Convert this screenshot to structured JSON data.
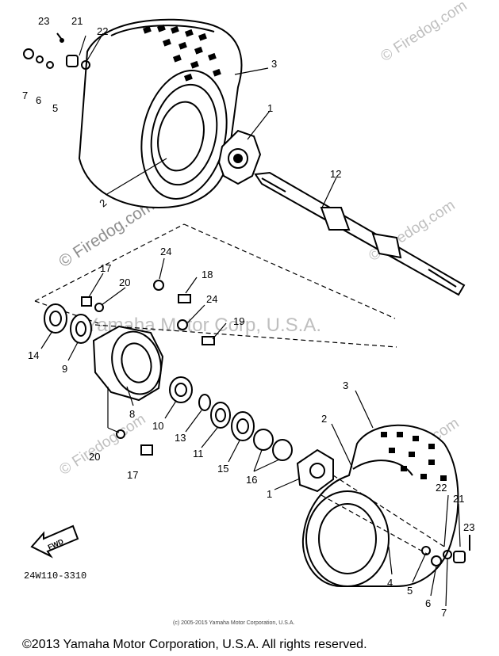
{
  "watermarks": {
    "firedog_top_right": "© Firedog.com",
    "firedog_left": "© Firedog.com",
    "firedog_right_mid": "© Firedog.com",
    "firedog_bottom_left": "© Firedog.com",
    "firedog_bottom_right": "© Firedog.com",
    "yamaha_center": "Yamaha Motor Corp, U.S.A."
  },
  "part_code": "24W110-3310",
  "fwd_label": "FWD",
  "small_copyright": "(c) 2005-2015 Yamaha Motor Corporation, U.S.A.",
  "footer_copyright": "©2013 Yamaha Motor Corporation, U.S.A. All rights reserved.",
  "callouts": {
    "c23a": "23",
    "c21a": "21",
    "c22a": "22",
    "c7a": "7",
    "c6a": "6",
    "c5a": "5",
    "c3a": "3",
    "c1a": "1",
    "c12": "12",
    "c2a": "2",
    "c24a": "24",
    "c17a": "17",
    "c20a": "20",
    "c18": "18",
    "c24b": "24",
    "c19": "19",
    "c14": "14",
    "c9": "9",
    "c8": "8",
    "c10": "10",
    "c13": "13",
    "c11": "11",
    "c15": "15",
    "c16": "16",
    "c1b": "1",
    "c20b": "20",
    "c17b": "17",
    "c3b": "3",
    "c2b": "2",
    "c22b": "22",
    "c21b": "21",
    "c23b": "23",
    "c4": "4",
    "c5b": "5",
    "c6b": "6",
    "c7b": "7"
  }
}
